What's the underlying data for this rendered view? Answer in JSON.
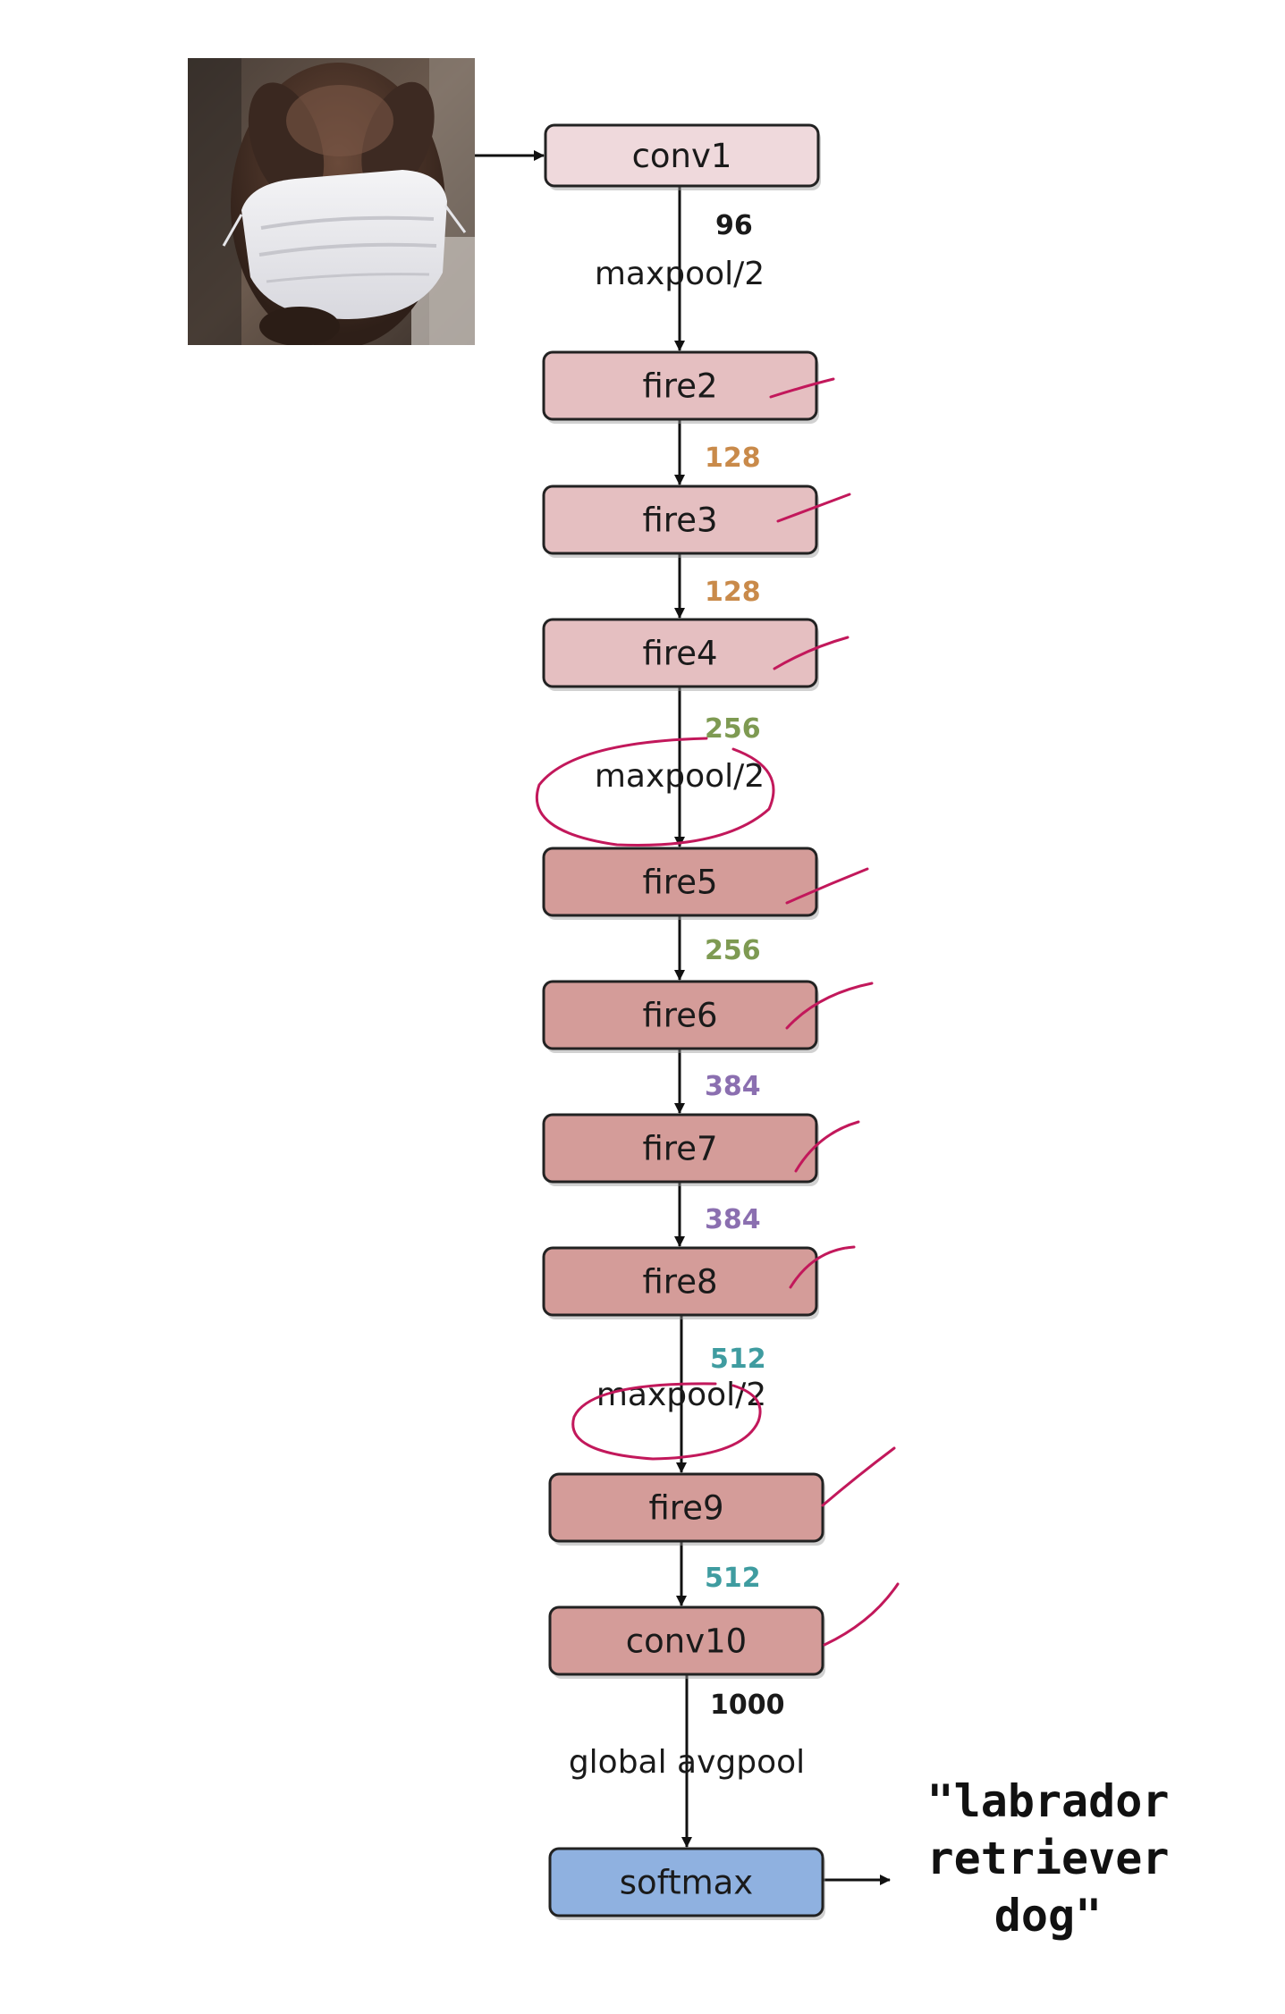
{
  "colors": {
    "conv1": "#efd9dc",
    "stage_light": "#e5bfc1",
    "stage_dark": "#d49c99",
    "softmax": "#8fb1e0",
    "count_black": "#1a1a1a",
    "count_orange": "#c98a4a",
    "count_green": "#7e9a52",
    "count_purple": "#8b6fb0",
    "count_teal": "#3f9ca0",
    "annotation": "#c2185b"
  },
  "input_image": {
    "subject": "dog wearing a white face mask"
  },
  "nodes": [
    {
      "id": "conv1",
      "label": "conv1",
      "color": "conv1"
    },
    {
      "id": "fire2",
      "label": "fire2",
      "color": "stage_light"
    },
    {
      "id": "fire3",
      "label": "fire3",
      "color": "stage_light"
    },
    {
      "id": "fire4",
      "label": "fire4",
      "color": "stage_light"
    },
    {
      "id": "fire5",
      "label": "fire5",
      "color": "stage_dark"
    },
    {
      "id": "fire6",
      "label": "fire6",
      "color": "stage_dark"
    },
    {
      "id": "fire7",
      "label": "fire7",
      "color": "stage_dark"
    },
    {
      "id": "fire8",
      "label": "fire8",
      "color": "stage_dark"
    },
    {
      "id": "fire9",
      "label": "fire9",
      "color": "stage_dark"
    },
    {
      "id": "conv10",
      "label": "conv10",
      "color": "stage_dark"
    },
    {
      "id": "softmax",
      "label": "softmax",
      "color": "softmax"
    }
  ],
  "edges": [
    {
      "from": "conv1",
      "to": "fire2",
      "count": "96",
      "count_color": "count_black",
      "op": "maxpool/2"
    },
    {
      "from": "fire2",
      "to": "fire3",
      "count": "128",
      "count_color": "count_orange",
      "op": ""
    },
    {
      "from": "fire3",
      "to": "fire4",
      "count": "128",
      "count_color": "count_orange",
      "op": ""
    },
    {
      "from": "fire4",
      "to": "fire5",
      "count": "256",
      "count_color": "count_green",
      "op": "maxpool/2"
    },
    {
      "from": "fire5",
      "to": "fire6",
      "count": "256",
      "count_color": "count_green",
      "op": ""
    },
    {
      "from": "fire6",
      "to": "fire7",
      "count": "384",
      "count_color": "count_purple",
      "op": ""
    },
    {
      "from": "fire7",
      "to": "fire8",
      "count": "384",
      "count_color": "count_purple",
      "op": ""
    },
    {
      "from": "fire8",
      "to": "fire9",
      "count": "512",
      "count_color": "count_teal",
      "op": "maxpool/2"
    },
    {
      "from": "fire9",
      "to": "conv10",
      "count": "512",
      "count_color": "count_teal",
      "op": ""
    },
    {
      "from": "conv10",
      "to": "softmax",
      "count": "1000",
      "count_color": "count_black",
      "op": "global avgpool"
    }
  ],
  "output": {
    "lines": [
      "\"labrador",
      "retriever",
      "dog\""
    ]
  }
}
